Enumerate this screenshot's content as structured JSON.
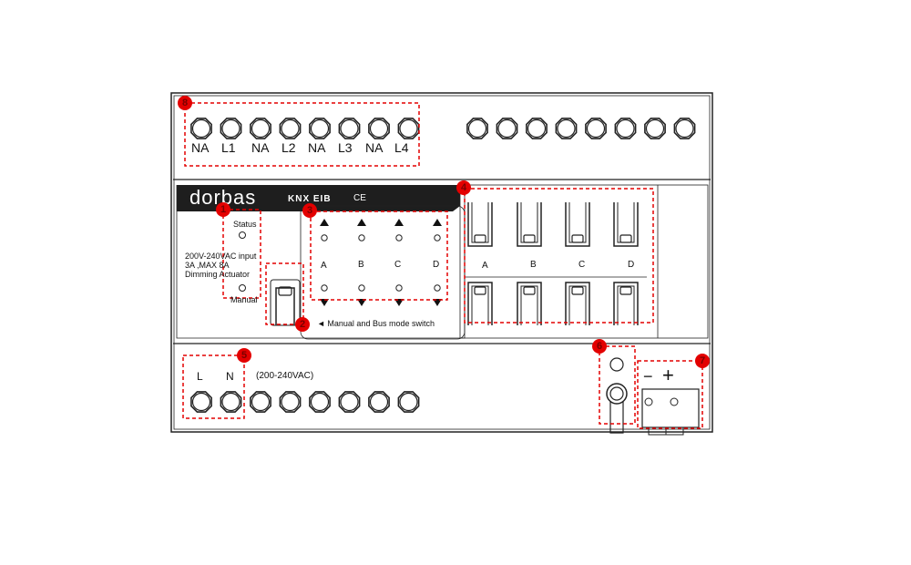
{
  "brand": {
    "name": "dorbas",
    "logo_text": "KNX EIB",
    "ce_mark": "CE"
  },
  "top_terminals": [
    "NA",
    "L1",
    "NA",
    "L2",
    "NA",
    "L3",
    "NA",
    "L4"
  ],
  "status_label": "Status",
  "manual_label": "Manual",
  "spec_lines": [
    "200V-240VAC input",
    "3A ,MAX 8A",
    "Dimming Actuator"
  ],
  "channels": [
    "A",
    "B",
    "C",
    "D"
  ],
  "mode_switch_note": "◄  Manual and Bus mode switch",
  "bottom_terminals": [
    "L",
    "N"
  ],
  "supply_voltage": "(200-240VAC)",
  "bus_polarity": {
    "minus": "−",
    "plus": "+"
  },
  "markers": [
    "8",
    "1",
    "3",
    "2",
    "4",
    "5",
    "6",
    "7"
  ],
  "colors": {
    "outline": "#222222",
    "highlight": "#e30000",
    "marker": "#e30000",
    "band": "#1e1e1e"
  }
}
